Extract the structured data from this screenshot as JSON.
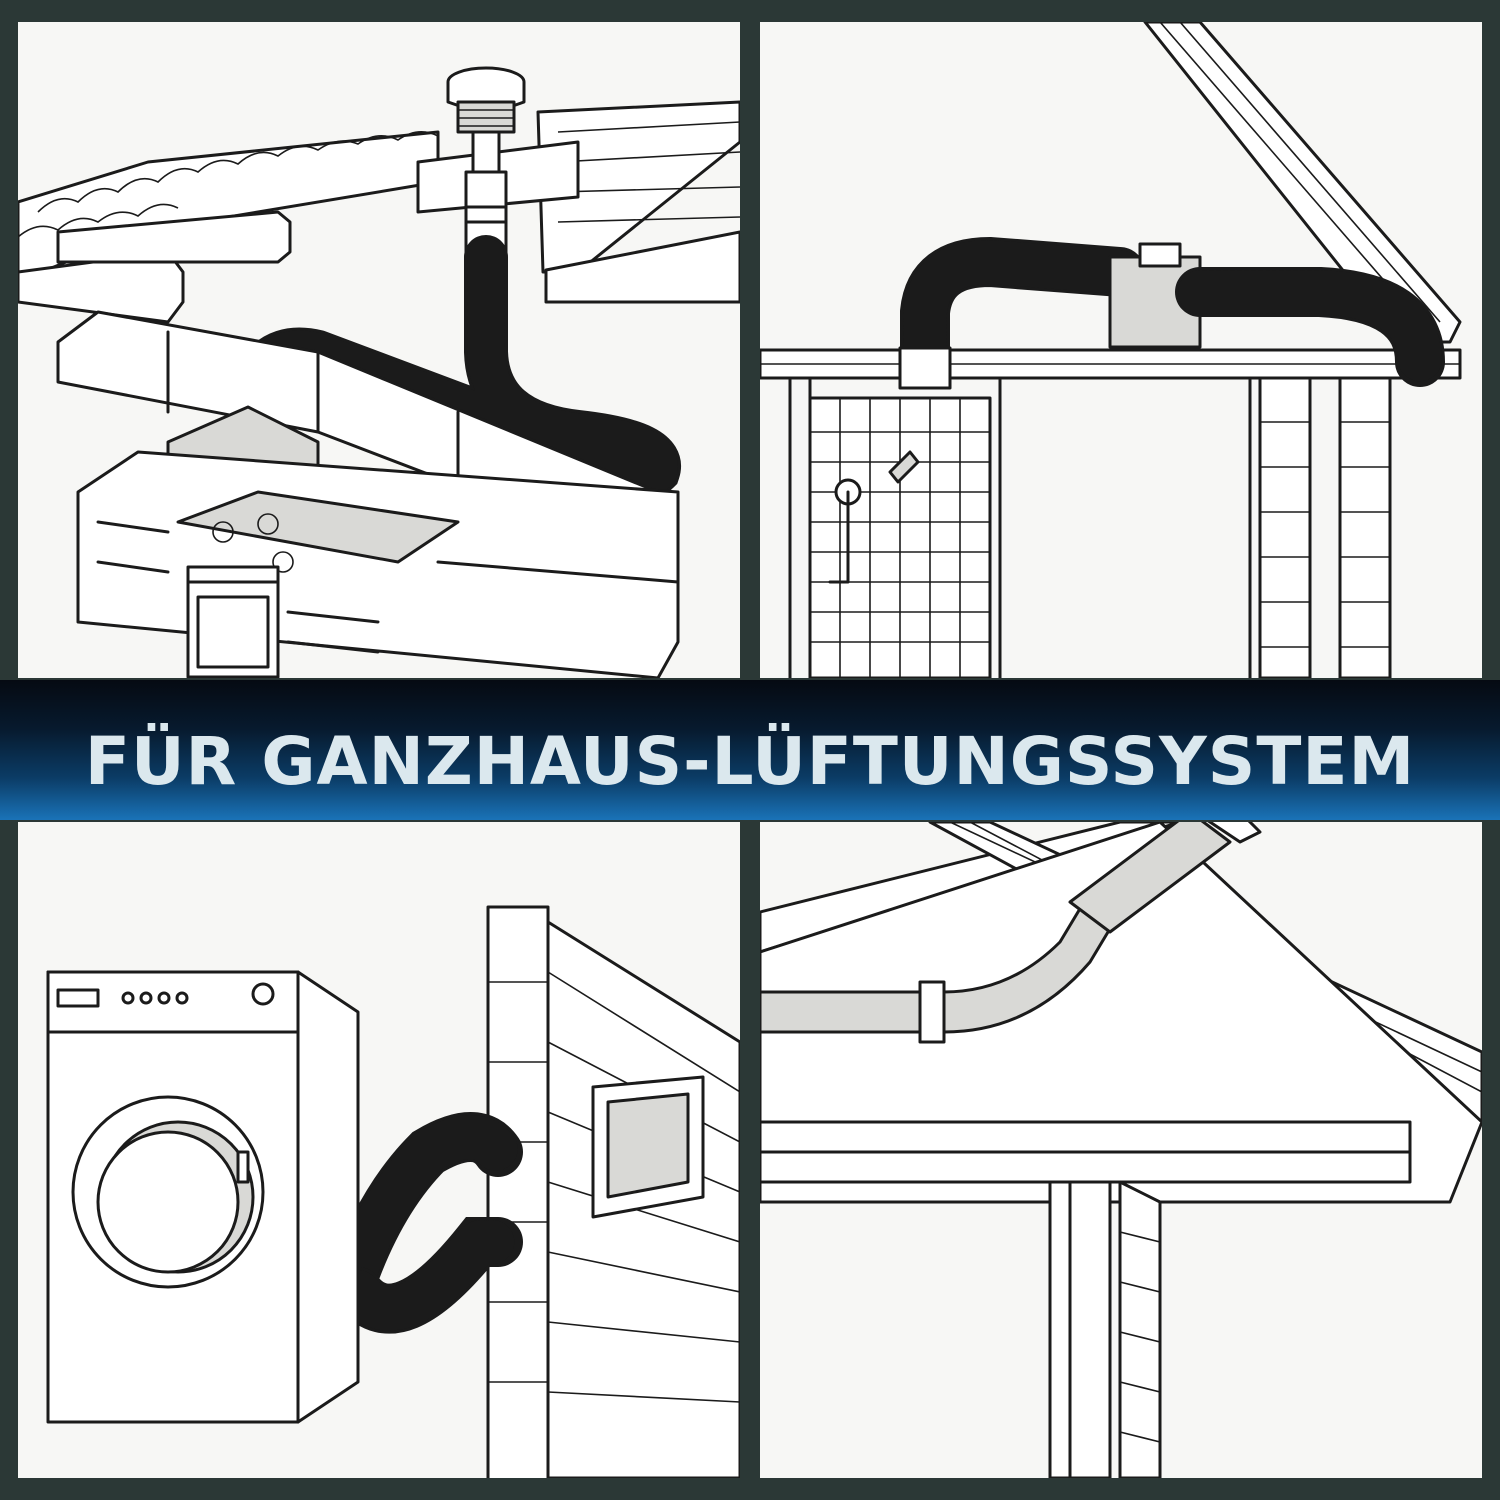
{
  "banner": {
    "title": "FÜR GANZHAUS-LÜFTUNGSSYSTEM",
    "colors": {
      "top": "#050a12",
      "bottom": "#1a73b8",
      "text": "#dbe8ee"
    }
  },
  "background_color": "#2b3836",
  "panels": [
    {
      "id": "kitchen",
      "subject": "kitchen range hood with flexible duct to roof vent"
    },
    {
      "id": "bathroom",
      "subject": "bathroom shower with inline fan and duct in attic"
    },
    {
      "id": "dryer",
      "subject": "clothes dryer with flexible duct through brick wall vent"
    },
    {
      "id": "attic",
      "subject": "duct running under roof to roof outlet"
    }
  ]
}
